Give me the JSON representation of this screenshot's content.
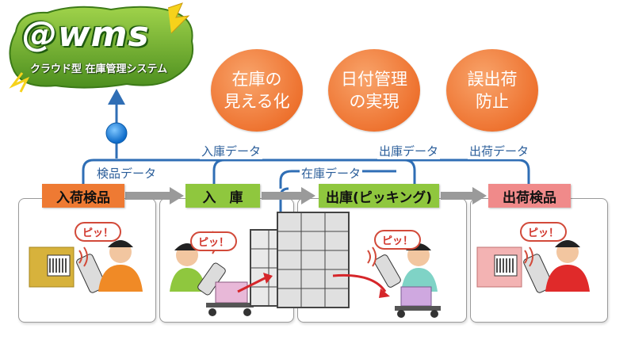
{
  "logo": {
    "main": "@wms",
    "sub": "クラウド型 在庫管理システム"
  },
  "benefits": [
    "在庫の\n見える化",
    "日付管理\nの実現",
    "誤出荷\n防止"
  ],
  "stages": [
    {
      "label": "入荷検品",
      "color": "#ee7a33"
    },
    {
      "label": "入　庫",
      "color": "#8fc73e"
    },
    {
      "label": "出庫(ピッキング)",
      "color": "#8fc73e"
    },
    {
      "label": "出荷検品",
      "color": "#f08a8a"
    }
  ],
  "flows": {
    "inspection": "検品データ",
    "storage": "入庫データ",
    "inventory": "在庫データ",
    "shipping": "出庫データ",
    "outbound": "出荷データ"
  },
  "beep": "ピッ！",
  "colors": {
    "flow_line": "#2f6eb5",
    "arrow_gray": "#9a9a9a",
    "accent": "#ee7330"
  }
}
